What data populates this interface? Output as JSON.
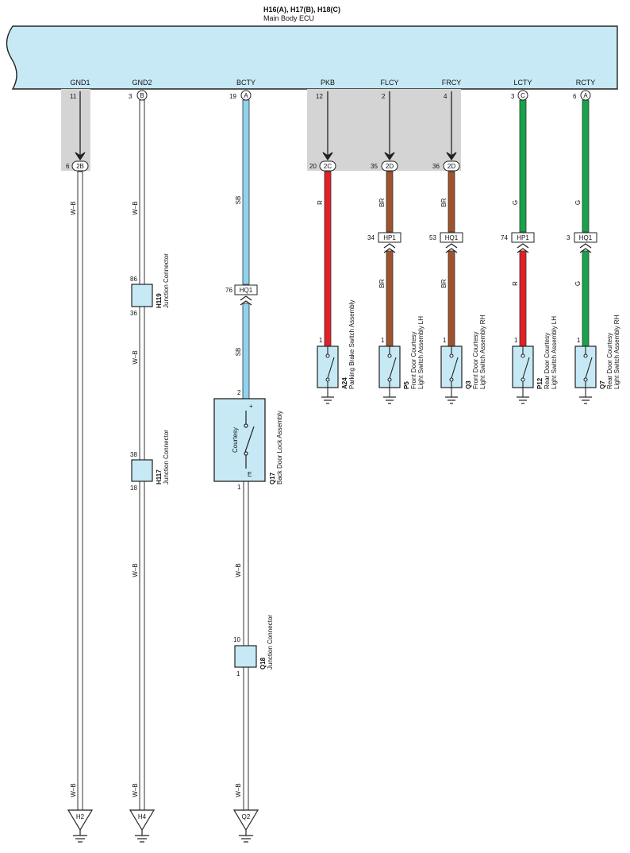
{
  "ecu": {
    "title": "H16(A), H17(B), H18(C)",
    "subtitle": "Main Body ECU",
    "terminals": [
      "GND1",
      "GND2",
      "BCTY",
      "PKB",
      "FLCY",
      "FRCY",
      "LCTY",
      "RCTY"
    ]
  },
  "pins": {
    "gnd1_top": "11",
    "gnd1_bottom": "6",
    "gnd1_conn": "2B",
    "gnd2_top": "3",
    "gnd2_badge": "B",
    "bcty_top": "19",
    "bcty_badge": "A",
    "pkb_top": "12",
    "pkb_bottom": "20",
    "pkb_conn": "2C",
    "flcy_top": "2",
    "flcy_bottom": "35",
    "flcy_conn": "2D",
    "frcy_top": "4",
    "frcy_bottom": "36",
    "frcy_conn": "2D",
    "lcty_top": "3",
    "lcty_badge": "C",
    "rcty_top": "6",
    "rcty_badge": "A"
  },
  "wires": {
    "wb": "W–B",
    "sb": "SB",
    "r": "R",
    "br": "BR",
    "g": "G"
  },
  "inline": {
    "bcty_pin": "76",
    "bcty_conn": "HQ1",
    "flcy_pin": "34",
    "flcy_conn": "HP1",
    "frcy_pin": "53",
    "frcy_conn": "HQ1",
    "lcty_pin": "74",
    "lcty_conn": "HP1",
    "rcty_pin": "3",
    "rcty_conn": "HQ1"
  },
  "junctions": {
    "h119": {
      "code": "H119",
      "name": "Junction Connector",
      "pin_top": "86",
      "pin_bottom": "36"
    },
    "h117": {
      "code": "H117",
      "name": "Junction Connector",
      "pin_top": "38",
      "pin_bottom": "18"
    },
    "q18": {
      "code": "Q18",
      "name": "Junction Connector",
      "pin_top": "10",
      "pin_bottom": "1"
    }
  },
  "components": {
    "q17": {
      "code": "Q17",
      "name": "Back Door Lock Assembly",
      "inner": "Courtesy",
      "plus": "+",
      "e": "E",
      "pin_top": "2",
      "pin_bottom": "1"
    },
    "a24": {
      "code": "A24",
      "line1": "Parking Brake Switch Assembly",
      "line2": "",
      "pin": "1"
    },
    "p5": {
      "code": "P5",
      "line1": "Front Door Courtesy",
      "line2": "Light Switch Assembly LH",
      "pin": "1"
    },
    "q3": {
      "code": "Q3",
      "line1": "Front Door Courtesy",
      "line2": "Light Switch Assembly RH",
      "pin": "1"
    },
    "p12": {
      "code": "P12",
      "line1": "Rear Door Courtesy",
      "line2": "Light Switch Assembly LH",
      "pin": "1"
    },
    "q7": {
      "code": "Q7",
      "line1": "Rear Door Courtesy",
      "line2": "Light Switch Assembly RH",
      "pin": "1"
    }
  },
  "grounds": {
    "h2": "H2",
    "h4": "H4",
    "q2": "Q2"
  },
  "colors": {
    "ecu_fill": "#c6e9f5",
    "component_fill": "#c6e9f5",
    "shade": "#d4d4d4",
    "sb": "#8fd3ef",
    "r": "#e02026",
    "br": "#a0522d",
    "g": "#16a34a",
    "wb_outline": "#333333"
  }
}
